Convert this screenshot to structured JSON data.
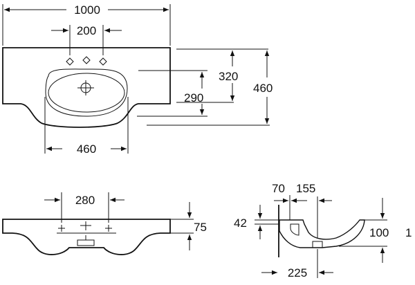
{
  "top_view": {
    "width_label": "1000",
    "tap_spacing_label": "200",
    "bowl_width_label": "460",
    "tap_to_front_label": "320",
    "waste_to_front_label": "290",
    "depth_label": "460"
  },
  "front_view": {
    "tap_spacing_label": "280",
    "rim_height_label": "75"
  },
  "section_view": {
    "dim_70_label": "70",
    "dim_155_label": "155",
    "dim_42_label": "42",
    "dim_100_label": "100",
    "dim_225_label": "225",
    "edge_mark_label": "1"
  }
}
